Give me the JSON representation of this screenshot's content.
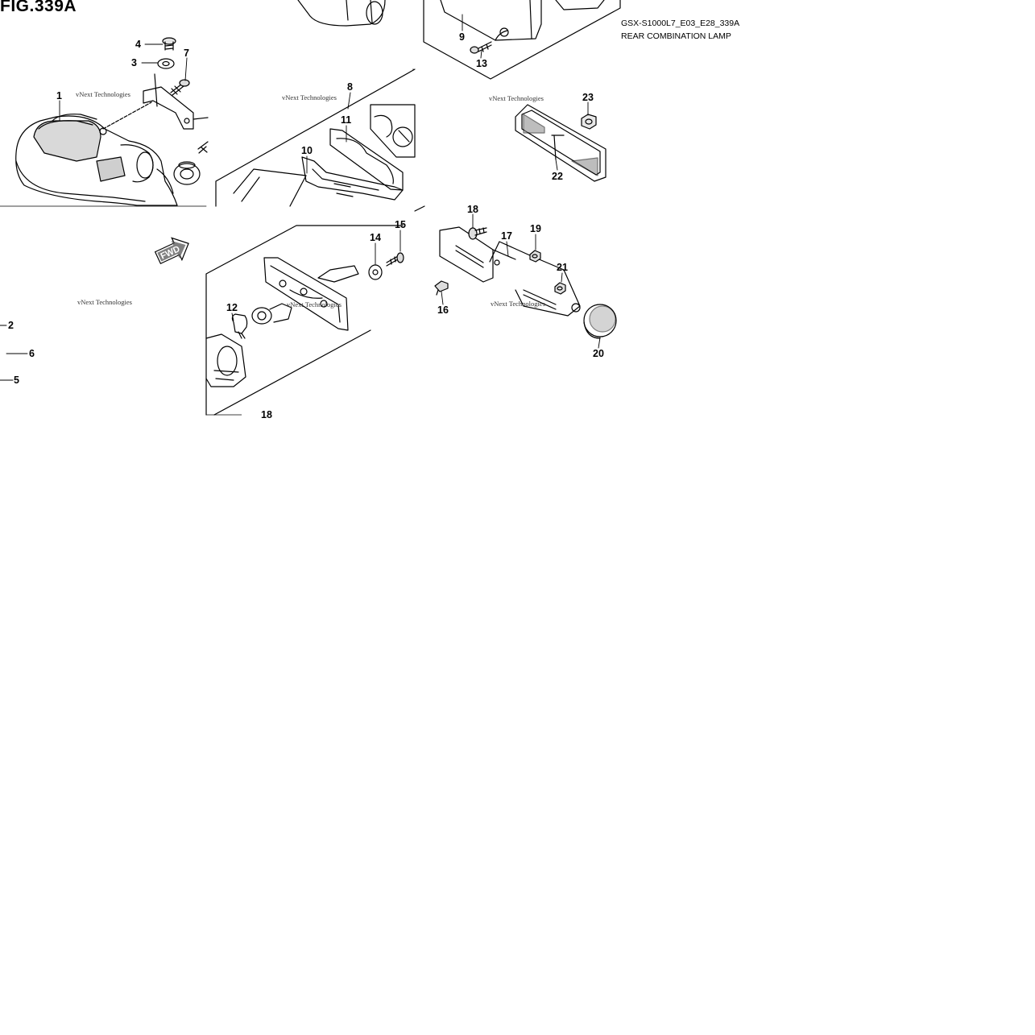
{
  "figure": {
    "title": "FIG.339A",
    "model_code": "GSX-S1000L7_E03_E28_339A",
    "section_name": "REAR COMBINATION LAMP",
    "fwd_label": "FWD",
    "watermark": "vNext Technologies"
  },
  "callouts": [
    "1",
    "2",
    "3",
    "4",
    "5",
    "6",
    "7",
    "8",
    "9",
    "10",
    "11",
    "12",
    "13",
    "14",
    "15",
    "16",
    "17",
    "18",
    "19",
    "20",
    "21",
    "22",
    "23",
    "18"
  ]
}
